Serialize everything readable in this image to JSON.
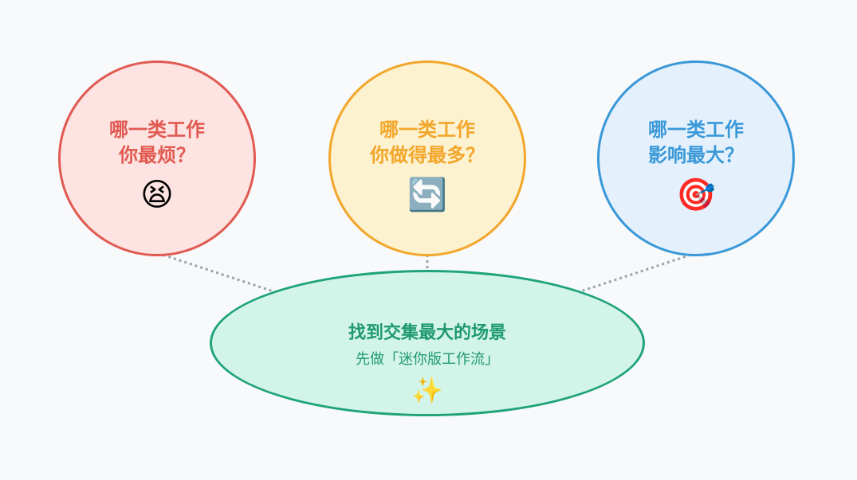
{
  "colors": {
    "background": "#f7f9fb",
    "red_stroke": "#e05a52",
    "red_fill": "#fde3e1",
    "red_text": "#e05a52",
    "yellow_stroke": "#f2a62b",
    "yellow_fill": "#fdf2cf",
    "yellow_text": "#f2a62b",
    "blue_stroke": "#3a98d8",
    "blue_fill": "#e4f1fc",
    "blue_text": "#3a98d8",
    "green_stroke": "#1fa37a",
    "green_fill": "#d3f4e8",
    "green_text": "#1f9a6f",
    "connector": "#9aa3a8"
  },
  "circles": [
    {
      "line1": "哪一类工作",
      "line2": "你最烦？",
      "emoji": "😫",
      "icon": "tired-face-icon"
    },
    {
      "line1": "哪一类工作",
      "line2": "你做得最多？",
      "emoji": "🔄",
      "icon": "repeat-arrows-icon"
    },
    {
      "line1": "哪一类工作",
      "line2": "影响最大？",
      "emoji": "🎯",
      "icon": "target-dart-icon"
    }
  ],
  "center": {
    "title": "找到交集最大的场景",
    "subtitle": "先做「迷你版工作流」",
    "emoji": "✨",
    "icon": "sparkles-icon"
  }
}
